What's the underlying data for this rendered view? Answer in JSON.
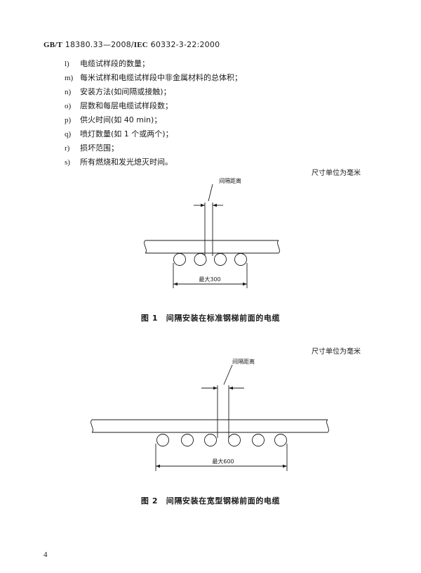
{
  "header": {
    "std_prefix": "GB/T",
    "std_number": " 18380.33—2008/",
    "iec_prefix": "IEC",
    "iec_number": " 60332-3-22:2000"
  },
  "list_items": [
    {
      "label": "l)",
      "text": "电缆试样段的数量；"
    },
    {
      "label": "m)",
      "text": "每米试样和电缆试样段中非金属材料的总体积；"
    },
    {
      "label": "n)",
      "text": "安装方法(如间隔或接触)；"
    },
    {
      "label": "o)",
      "text": "层数和每层电缆试样段数；"
    },
    {
      "label": "p)",
      "text": "供火时间(如 40 min)；"
    },
    {
      "label": "q)",
      "text": "喷灯数量(如 1 个或两个)；"
    },
    {
      "label": "r)",
      "text": "损坏范围；"
    },
    {
      "label": "s)",
      "text": "所有燃烧和发光熄灭时间。"
    }
  ],
  "figure1": {
    "unit_note": "尺寸单位为毫米",
    "spacing_label": "间隔距离",
    "width_label": "最大300",
    "caption": "图 1　间隔安装在标准钢梯前面的电缆"
  },
  "figure2": {
    "unit_note": "尺寸单位为毫米",
    "spacing_label": "间隔距离",
    "width_label": "最大600",
    "caption": "图 2　间隔安装在宽型钢梯前面的电缆"
  },
  "page_number": "4"
}
